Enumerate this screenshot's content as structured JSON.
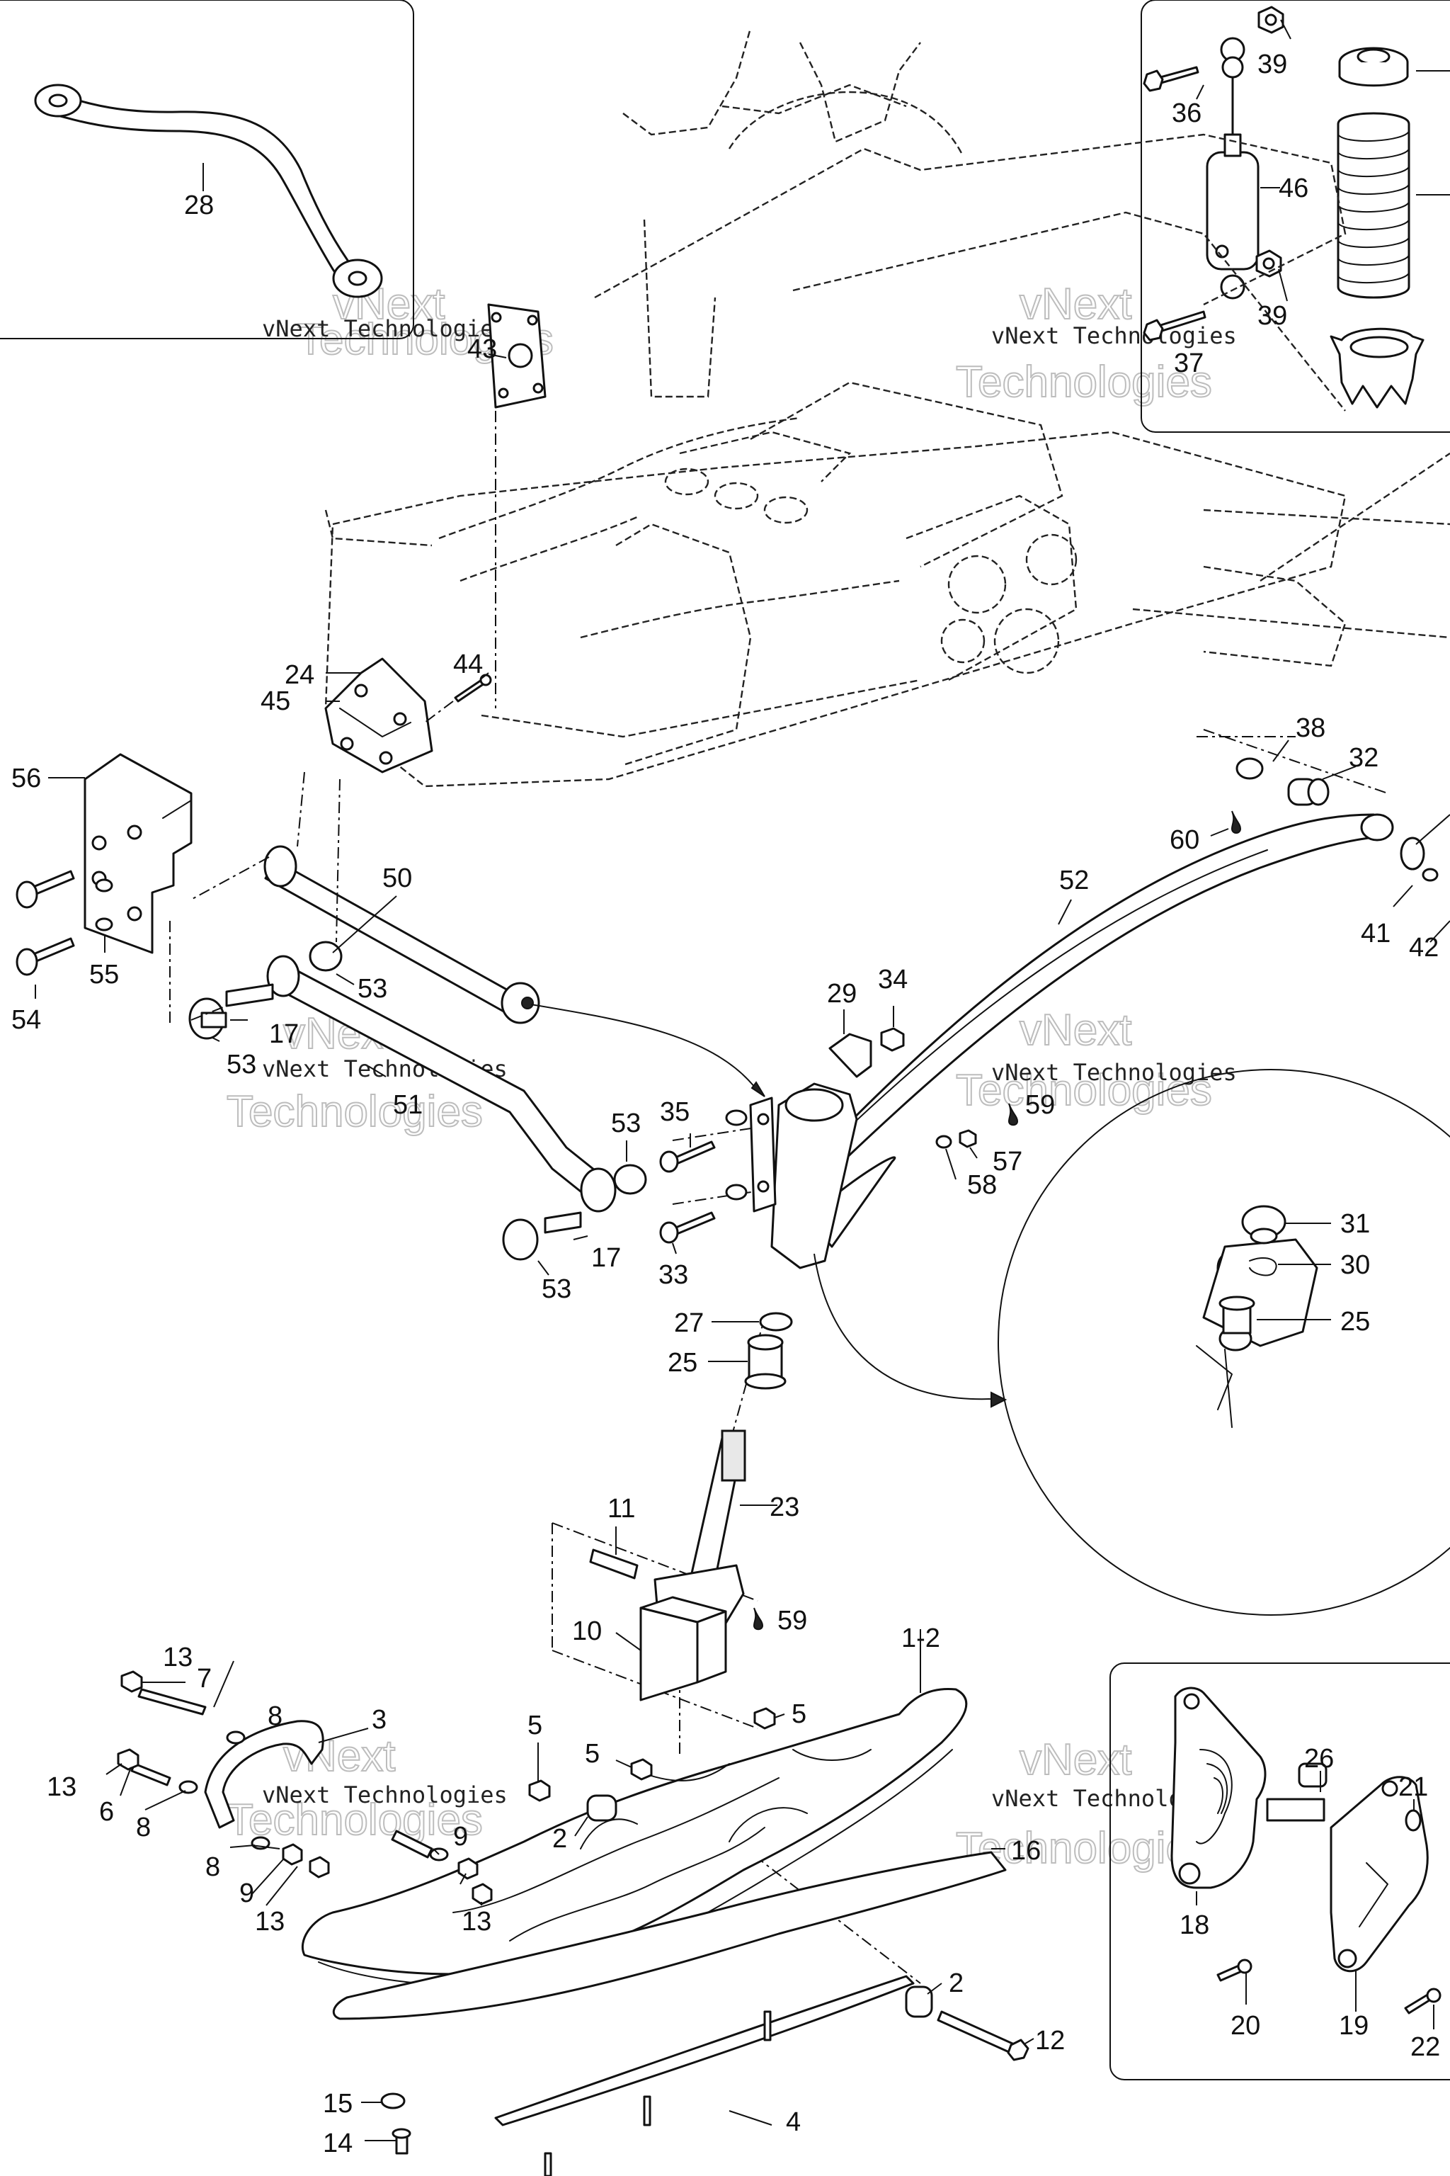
{
  "labels": {
    "p28": "28",
    "p43": "43",
    "p36": "36",
    "p39a": "39",
    "p46": "46",
    "p39b": "39",
    "p37": "37",
    "p24": "24",
    "p45": "45",
    "p44": "44",
    "p56": "56",
    "p55": "55",
    "p54": "54",
    "p50": "50",
    "p53a": "53",
    "p17a": "17",
    "p53b": "53",
    "p51": "51",
    "p53c": "53",
    "p17b": "17",
    "p53d": "53",
    "p38": "38",
    "p32": "32",
    "p60": "60",
    "p41": "41",
    "p42": "42",
    "p52": "52",
    "p29": "29",
    "p34": "34",
    "p35": "35",
    "p59a": "59",
    "p57": "57",
    "p58": "58",
    "p33": "33",
    "p27": "27",
    "p25a": "25",
    "p23": "23",
    "p11": "11",
    "p10": "10",
    "p59b": "59",
    "p31": "31",
    "p30": "30",
    "p25b": "25",
    "p1_2": "1-2",
    "p13a": "13",
    "p7": "7",
    "p8a": "8",
    "p3": "3",
    "p13b": "13",
    "p6": "6",
    "p8b": "8",
    "p8c": "8",
    "p9a": "9",
    "p9b": "9",
    "p13c": "13",
    "p13d": "13",
    "p5a": "5",
    "p5b": "5",
    "p5c": "5",
    "p2a": "2",
    "p16": "16",
    "p2b": "2",
    "p12": "12",
    "p15": "15",
    "p14": "14",
    "p4": "4",
    "p26": "26",
    "p21": "21",
    "p18": "18",
    "p20": "20",
    "p19": "19",
    "p22": "22"
  },
  "watermark": {
    "small": "vNext Technologies",
    "big": "Technologies",
    "big_top": "vNext"
  }
}
